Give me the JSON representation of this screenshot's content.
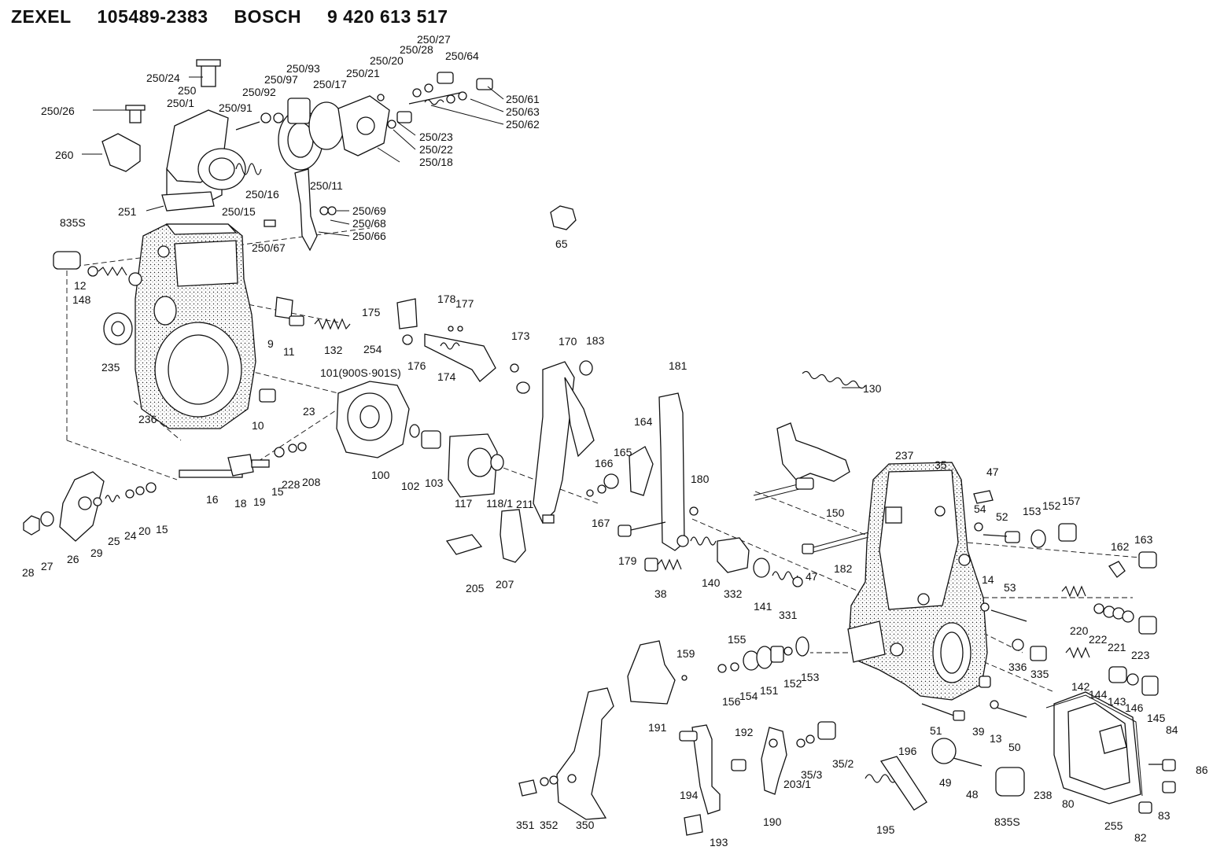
{
  "header": {
    "brand1": "ZEXEL",
    "code1": "105489-2383",
    "brand2": "BOSCH",
    "code2": "9 420 613 517"
  },
  "labels": {
    "p250_27": "250/27",
    "p250_28": "250/28",
    "p250_64": "250/64",
    "p250_20": "250/20",
    "p250_21": "250/21",
    "p250_93": "250/93",
    "p250_24": "250/24",
    "p250_97": "250/97",
    "p250": "250",
    "p250_92": "250/92",
    "p250_17": "250/17",
    "p250_1": "250/1",
    "p250_61": "250/61",
    "p250_91": "250/91",
    "p250_63": "250/63",
    "p250_26": "250/26",
    "p250_62": "250/62",
    "p250_23": "250/23",
    "p250_22": "250/22",
    "p260": "260",
    "p250_18": "250/18",
    "p250_11": "250/11",
    "p250_16": "250/16",
    "p251": "251",
    "p250_15": "250/15",
    "p250_69": "250/69",
    "p250_68": "250/68",
    "p250_66": "250/66",
    "p8355a": "835S",
    "p250_67": "250/67",
    "p65": "65",
    "p12": "12",
    "p148": "148",
    "p178": "178",
    "p177": "177",
    "p175": "175",
    "p9": "9",
    "p11": "11",
    "p132": "132",
    "p254": "254",
    "p176": "176",
    "p174": "174",
    "p173": "173",
    "p235": "235",
    "p170": "170",
    "p183": "183",
    "p181": "181",
    "p101": "101(900S·901S)",
    "p236": "236",
    "p10": "10",
    "p130": "130",
    "p23": "23",
    "p164": "164",
    "p165": "165",
    "p166": "166",
    "p100": "100",
    "p102": "102",
    "p103": "103",
    "p117": "117",
    "p118_1": "118/1",
    "p15a": "15",
    "p228": "228",
    "p208": "208",
    "p237": "237",
    "p35": "35",
    "p47a": "47",
    "p16": "16",
    "p18": "18",
    "p19": "19",
    "p180": "180",
    "p211": "211",
    "p167": "167",
    "p150": "150",
    "p54": "54",
    "p52": "52",
    "p153a": "153",
    "p152a": "152",
    "p157": "157",
    "p28": "28",
    "p27": "27",
    "p26": "26",
    "p29": "29",
    "p25": "25",
    "p24": "24",
    "p20": "20",
    "p15b": "15",
    "p179": "179",
    "p182": "182",
    "p47b": "47",
    "p162": "162",
    "p163": "163",
    "p205": "205",
    "p207": "207",
    "p38": "38",
    "p140": "140",
    "p332": "332",
    "p141": "141",
    "p331": "331",
    "p14": "14",
    "p53": "53",
    "p220": "220",
    "p222": "222",
    "p221": "221",
    "p223": "223",
    "p155": "155",
    "p159": "159",
    "p336": "336",
    "p335": "335",
    "p156": "156",
    "p154": "154",
    "p151": "151",
    "p152b": "152",
    "p153b": "153",
    "p142": "142",
    "p144": "144",
    "p143": "143",
    "p146": "146",
    "p145": "145",
    "p191": "191",
    "p39": "39",
    "p13": "13",
    "p50": "50",
    "p84": "84",
    "p192": "192",
    "p51": "51",
    "p196": "196",
    "p35_3": "35/3",
    "p35_2": "35/2",
    "p203_1": "203/1",
    "p49": "49",
    "p48": "48",
    "p86": "86",
    "p194": "194",
    "p238": "238",
    "p80": "80",
    "p8355b": "835S",
    "p190": "190",
    "p195": "195",
    "p83": "83",
    "p351": "351",
    "p352": "352",
    "p350": "350",
    "p193": "193",
    "p255": "255",
    "p82": "82"
  }
}
